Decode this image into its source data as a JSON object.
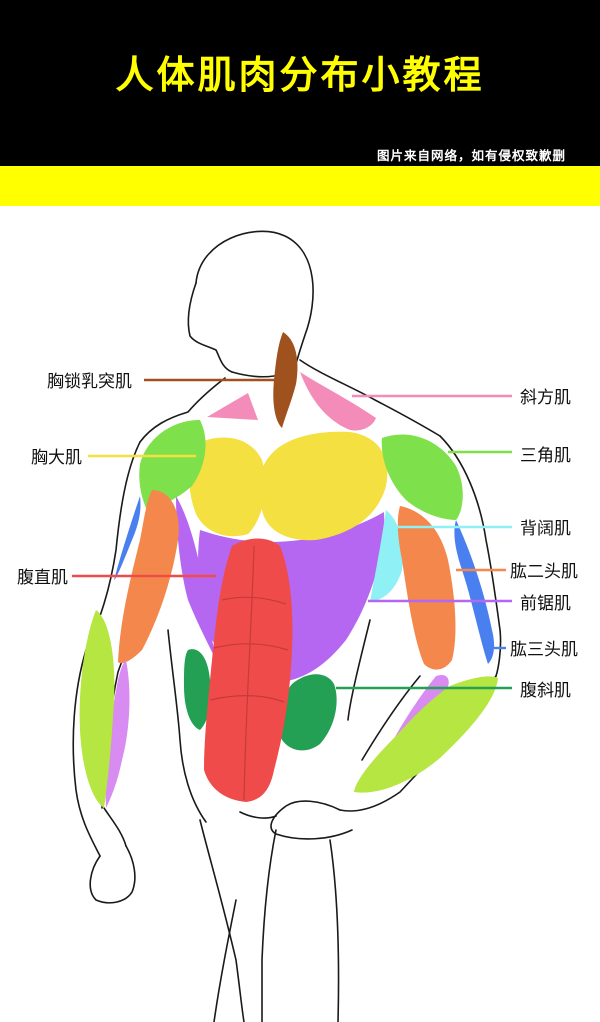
{
  "title": "人体肌肉分布小教程",
  "source_note": "图片来自网络，如有侵权致歉删",
  "colors": {
    "header_bg": "#000000",
    "title_text": "#ffff00",
    "band": "#ffff00",
    "sternocleidomastoid": "#a0521e",
    "trapezius": "#f48cb9",
    "pectoralis_major": "#f5e041",
    "deltoid": "#7ee04a",
    "latissimus_dorsi": "#8ff0f5",
    "biceps": "#f4874b",
    "serratus_anterior": "#b567f2",
    "triceps": "#4a7ff0",
    "rectus_abdominis": "#ef4b4b",
    "external_oblique": "#23a053",
    "forearm": "#b5e641",
    "forearm_inner": "#d88bf0"
  },
  "labels_left": [
    {
      "id": "sternocleidomastoid",
      "text": "胸锁乳突肌",
      "line_color": "#a0521e"
    },
    {
      "id": "pectoralis-major",
      "text": "胸大肌",
      "line_color": "#f5e041"
    },
    {
      "id": "rectus-abdominis",
      "text": "腹直肌",
      "line_color": "#ef4b4b"
    }
  ],
  "labels_right": [
    {
      "id": "trapezius",
      "text": "斜方肌",
      "line_color": "#f48cb9"
    },
    {
      "id": "deltoid",
      "text": "三角肌",
      "line_color": "#7ee04a"
    },
    {
      "id": "latissimus-dorsi",
      "text": "背阔肌",
      "line_color": "#8ff0f5"
    },
    {
      "id": "biceps",
      "text": "肱二头肌",
      "line_color": "#f4874b"
    },
    {
      "id": "serratus-anterior",
      "text": "前锯肌",
      "line_color": "#b567f2"
    },
    {
      "id": "triceps",
      "text": "肱三头肌",
      "line_color": "#4a7ff0"
    },
    {
      "id": "external-oblique",
      "text": "腹斜肌",
      "line_color": "#23a053"
    }
  ]
}
